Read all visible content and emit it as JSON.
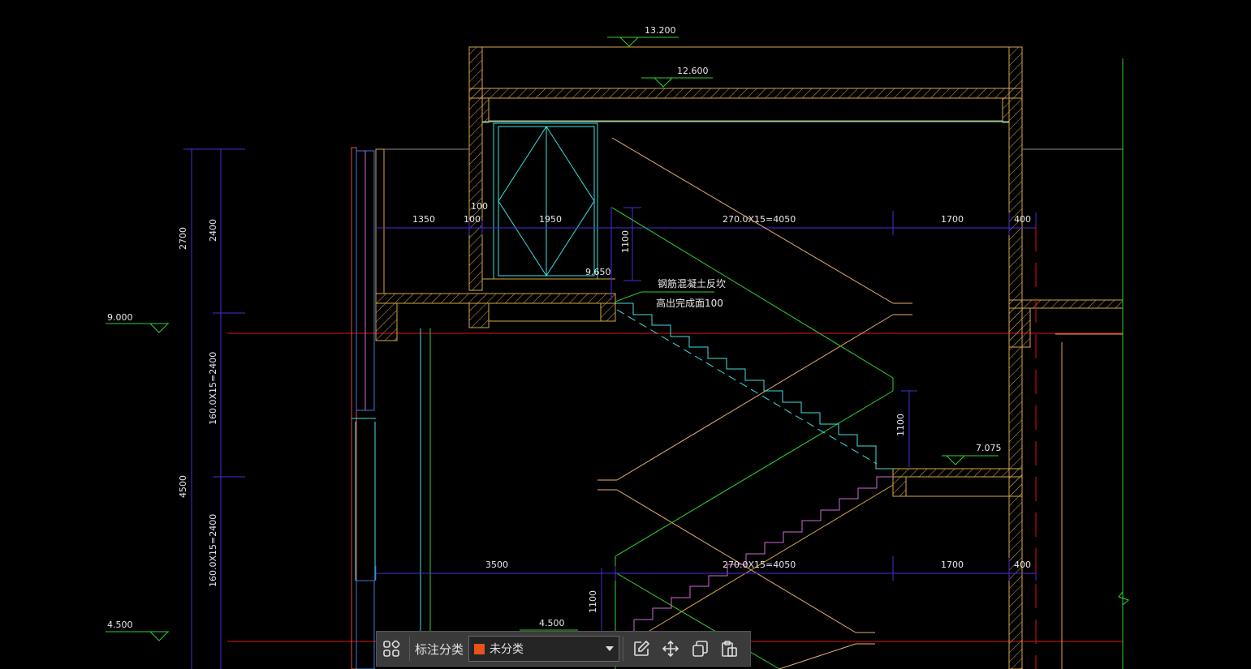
{
  "drawing": {
    "elevations": {
      "top_roof": "13.200",
      "roof_slab": "12.600",
      "window_sill": "9.650",
      "level_9": "9.000",
      "landing": "7.075",
      "level_4": "4.500",
      "level_4_mid": "4.500"
    },
    "annotations": {
      "note_line1": "钢筋混凝土反坎",
      "note_line2": "高出完成面100"
    },
    "dimensions_upper": {
      "d1": "1350",
      "d2": "100",
      "d3": "1950",
      "d4": "270.0X15=4050",
      "d5": "1700",
      "d6": "400",
      "d7": "100"
    },
    "dimensions_lower": {
      "d1": "3500",
      "d2": "270.0X15=4050",
      "d3": "1700",
      "d4": "400"
    },
    "dimensions_vertical": {
      "v1": "2700",
      "v2": "2400",
      "v3": "4500",
      "v4": "160.0X15=2400",
      "v5": "160.0X15=2400",
      "v6": "1100",
      "v7": "1100",
      "v8": "1100"
    }
  },
  "toolbar": {
    "grid_icon": "grid-icon",
    "category_label": "标注分类",
    "category_value": "未分类",
    "category_color": "#e8531b",
    "edit_icon": "edit-icon",
    "move_icon": "move-icon",
    "copy_icon": "copy-icon",
    "paste_icon": "paste-icon"
  }
}
